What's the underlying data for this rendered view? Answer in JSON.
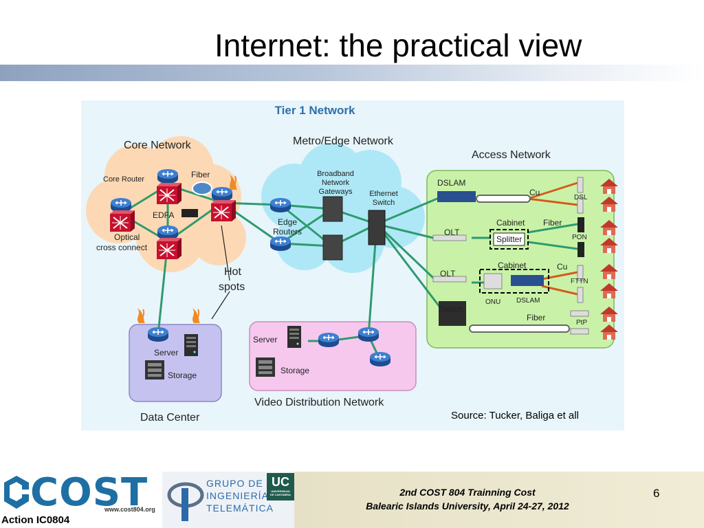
{
  "slide": {
    "title": "Internet: the practical view",
    "source": "Source: Tucker, Baliga et all",
    "page_number": "6"
  },
  "diagram": {
    "tier1_label": "Tier 1 Network",
    "core_network": {
      "label": "Core Network",
      "core_router": "Core Router",
      "fiber": "Fiber",
      "edfa": "EDFA",
      "optical_cross_connect": [
        "Optical",
        "cross connect"
      ],
      "hot_spots": [
        "Hot",
        "spots"
      ]
    },
    "metro_edge_network": {
      "label": "Metro/Edge Network",
      "broadband_gateways": [
        "Broadband",
        "Network",
        "Gateways"
      ],
      "ethernet_switch": [
        "Ethernet",
        "Switch"
      ],
      "edge_routers": [
        "Edge",
        "Routers"
      ]
    },
    "access_network": {
      "label": "Access Network",
      "dslam": "DSLAM",
      "cu_1": "Cu",
      "dsl": "DSL",
      "olt_1": "OLT",
      "cabinet_1": "Cabinet",
      "splitter": "Splitter",
      "fiber_1": "Fiber",
      "pon": "PON",
      "olt_2": "OLT",
      "cabinet_2": "Cabinet",
      "cu_2": "Cu",
      "onu": "ONU",
      "dslam_2": "DSLAM",
      "fttn": "FTTN",
      "switch": "Switch",
      "fiber_2": "Fiber",
      "ptp": "PtP"
    },
    "data_center": {
      "label": "Data Center",
      "server": "Server",
      "storage": "Storage"
    },
    "video_distribution": {
      "label": "Video Distribution Network",
      "server": "Server",
      "storage": "Storage"
    }
  },
  "footer": {
    "event_line1": "2nd  COST 804 Trainning Cost",
    "event_line2": "Balearic Islands University, April 24-27, 2012",
    "cost_word": "COST",
    "cost_url": "www.cost804.org",
    "action_label": "Action IC0804",
    "group_name": [
      "GRUPO DE",
      "INGENIERÍA",
      "TELEMÁTICA"
    ],
    "uc_badge": "UC",
    "uc_subtitle": [
      "UNIVERSIDAD",
      "DE CANTABRIA"
    ]
  },
  "colors": {
    "diagram_bg": "#e8f5fb",
    "core_cloud": "#fcd9b4",
    "metro_cloud": "#aee8f6",
    "access_box": "#c9f2a8",
    "data_center_box": "#c6c2f0",
    "video_box": "#f6c8ee",
    "link": "#2e9a6e",
    "copper": "#d65a1a",
    "router": "#2a5fb0",
    "crossconnect": "#c8102e",
    "house": "#c0392b",
    "tier1_text": "#2f6fa7"
  }
}
